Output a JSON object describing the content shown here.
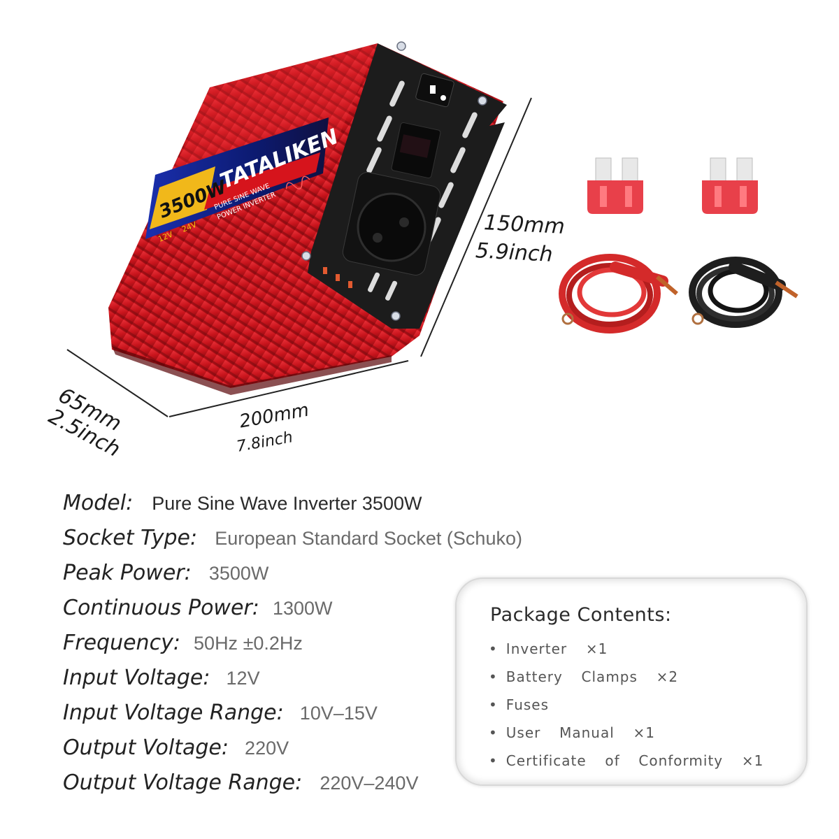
{
  "product": {
    "brand": "TATALIKEN",
    "power_badge": "3500W",
    "subtitle_line1": "PURE SINE WAVE",
    "subtitle_line2": "POWER INVERTER",
    "voltage_tags": [
      "12V",
      "24V"
    ],
    "body_color": "#c8141c",
    "panel_color": "#1c1c1c"
  },
  "dimensions": {
    "height_mm": "150mm",
    "height_in": "5.9inch",
    "width_mm": "200mm",
    "width_in": "7.8inch",
    "depth_mm": "65mm",
    "depth_in": "2.5inch"
  },
  "specs": [
    {
      "label": "Model:",
      "value": "Pure Sine Wave Inverter 3500W"
    },
    {
      "label": "Socket Type:",
      "value": "European Standard Socket (Schuko)"
    },
    {
      "label": "Peak Power:",
      "value": "3500W"
    },
    {
      "label": "Continuous Power:",
      "value": "1300W"
    },
    {
      "label": "Frequency:",
      "value": "50Hz ±0.2Hz"
    },
    {
      "label": "Input Voltage:",
      "value": "12V"
    },
    {
      "label": "Input Voltage Range:",
      "value": "10V–15V"
    },
    {
      "label": "Output Voltage:",
      "value": "220V"
    },
    {
      "label": "Output Voltage Range:",
      "value": "220V–240V"
    }
  ],
  "package": {
    "title": "Package Contents:",
    "items": [
      "Inverter  ×1",
      "Battery  Clamps  ×2",
      "Fuses",
      "User  Manual  ×1",
      "Certificate  of  Conformity  ×1"
    ]
  },
  "accessories": {
    "fuse_color": "#e8404a",
    "red_cable_color": "#d42a2a",
    "black_cable_color": "#1e1e1e",
    "clamp_tip_color": "#c0622a"
  }
}
